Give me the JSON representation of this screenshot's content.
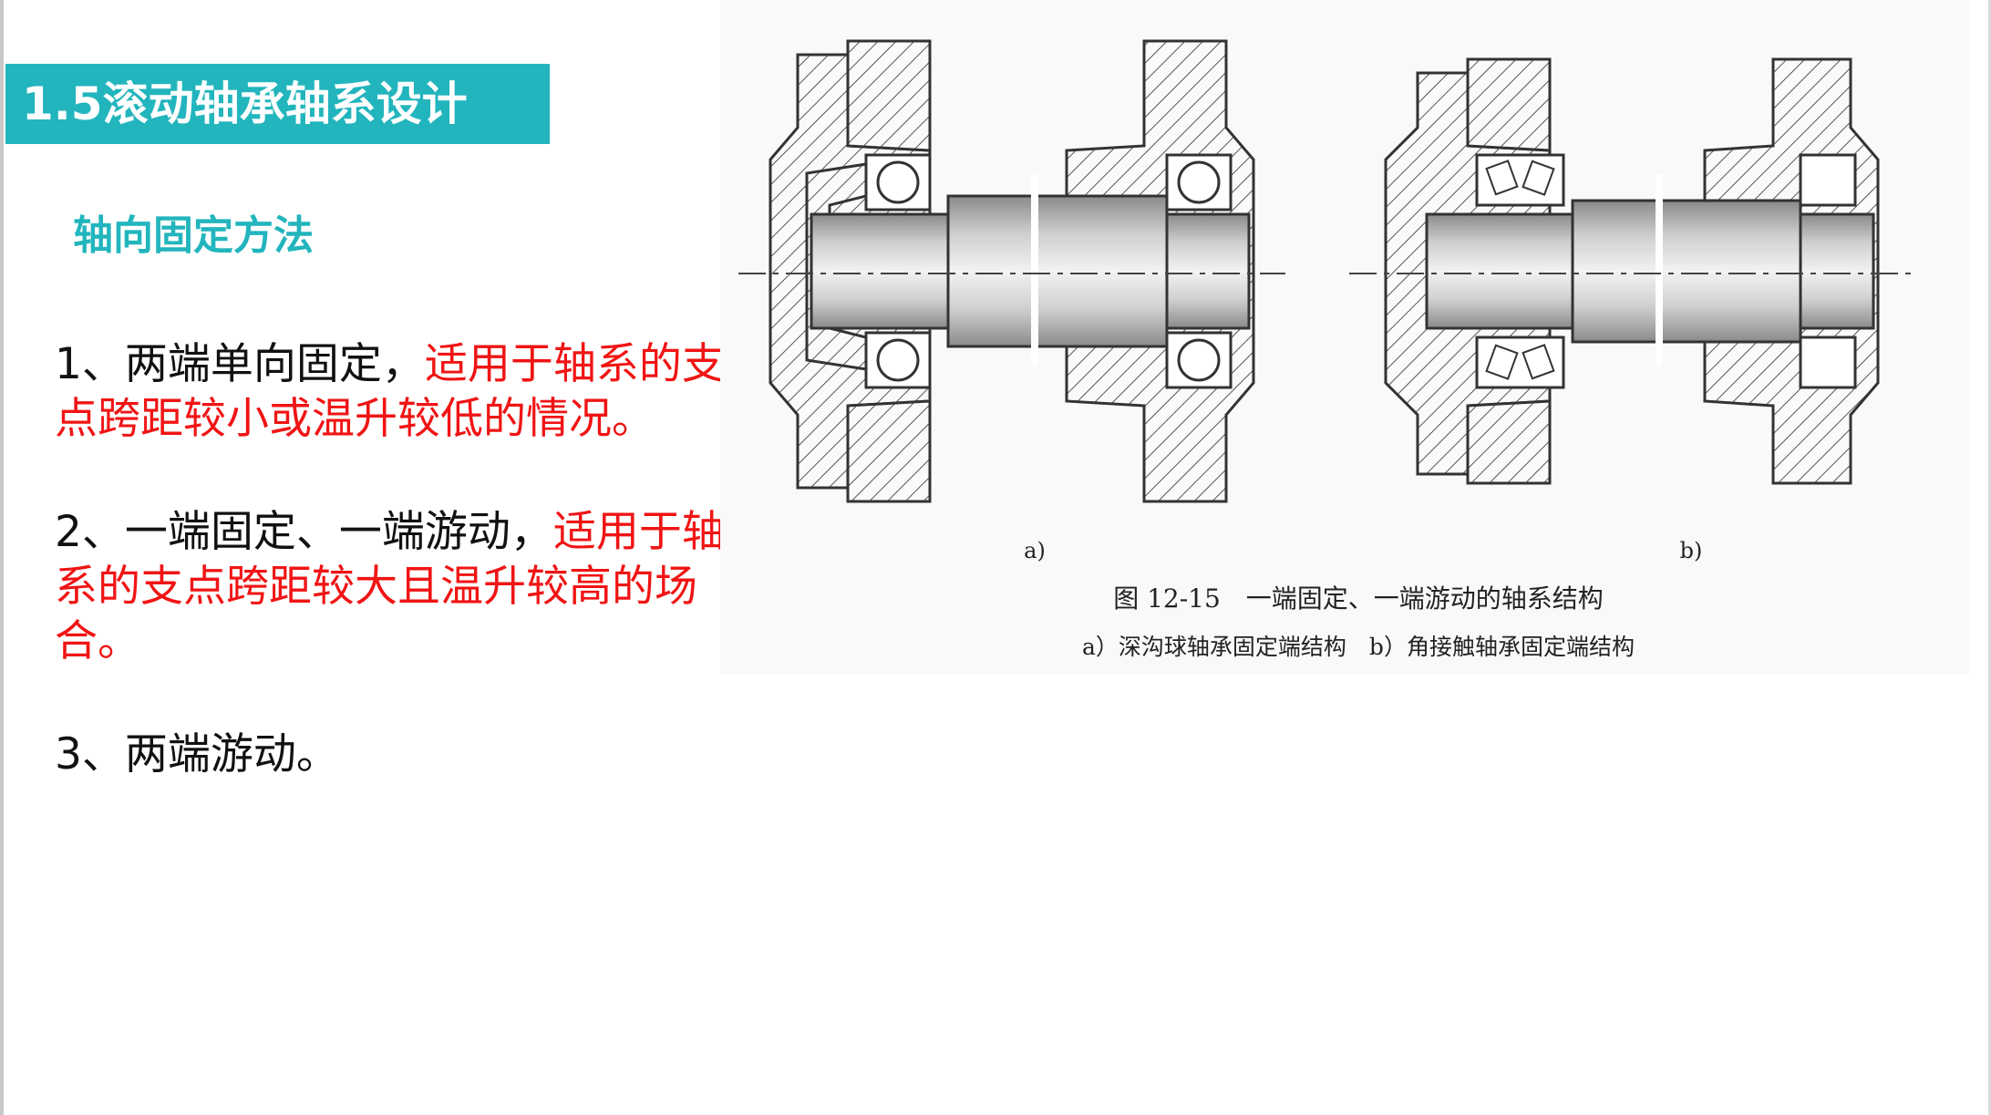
{
  "slide": {
    "title": "1.5滚动轴承轴系设计",
    "subtitle": "轴向固定方法",
    "items": [
      {
        "normal": "1、两端单向固定，",
        "highlight": "适用于轴系的支点跨距较小或温升较低的情况。"
      },
      {
        "normal": "2、一端固定、一端游动，",
        "highlight": "适用于轴系的支点跨距较大且温升较高的场合。"
      },
      {
        "normal": "3、两端游动。",
        "highlight": ""
      }
    ]
  },
  "figure": {
    "label_a": "a)",
    "label_b": "b)",
    "caption": "图 12-15　一端固定、一端游动的轴系结构",
    "subcaption": "a）深沟球轴承固定端结构　b）角接触轴承固定端结构"
  },
  "colors": {
    "accent": "#22b5bd",
    "highlight": "#f01414",
    "text": "#111111"
  }
}
